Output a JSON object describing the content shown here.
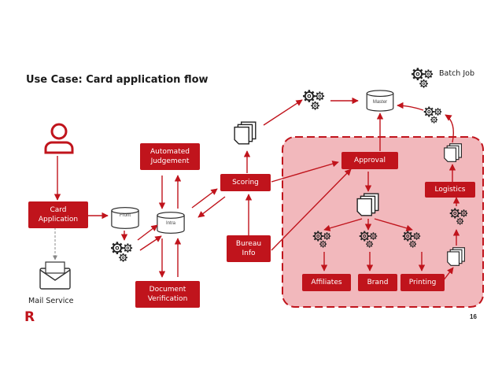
{
  "title": "Use Case: Card application flow",
  "nodes": {
    "card_application": "Card\nApplication",
    "automated_judgement": "Automated\nJudgement",
    "document_verification": "Document\nVerification",
    "scoring": "Scoring",
    "bureau_info": "Bureau\nInfo",
    "approval": "Approval",
    "logistics": "Logistics",
    "affiliates": "Affiliates",
    "brand": "Brand",
    "printing": "Printing"
  },
  "databases": {
    "front": "Front",
    "intra": "Intra",
    "master": "Master"
  },
  "labels": {
    "mail_service": "Mail Service",
    "batch_job": "Batch Job"
  },
  "footer": {
    "logo": "R",
    "page_number": "16"
  },
  "colors": {
    "accent": "#c0141c",
    "region_fill": "#f2b8bc",
    "region_border": "#c0141c"
  }
}
